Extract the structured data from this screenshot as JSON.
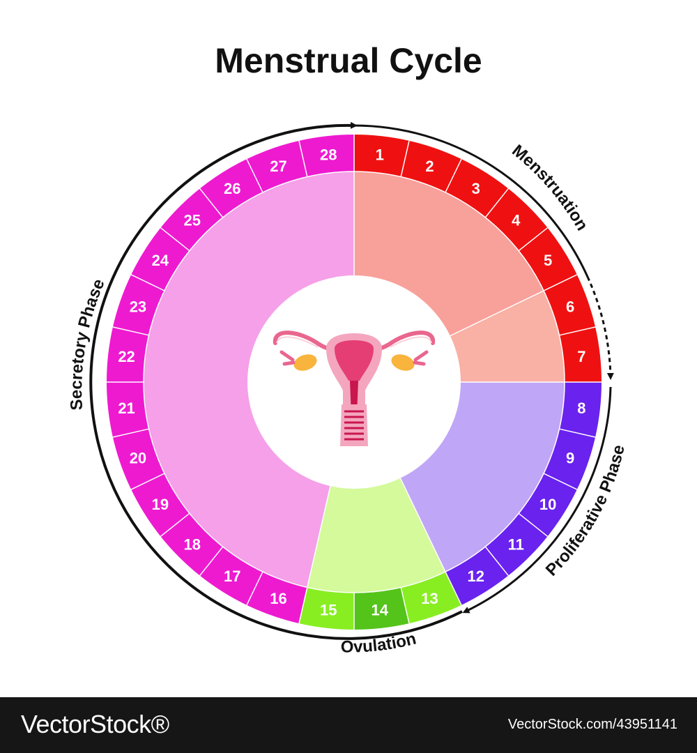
{
  "title": "Menstrual Cycle",
  "colors": {
    "menstruation_ring": "#ef1111",
    "menstruation_inner_a": "#f8a09a",
    "menstruation_inner_b": "#f9b0a5",
    "proliferative_ring": "#6a22ee",
    "proliferative_inner": "#c0a6f6",
    "ovulation_ring_light": "#88ee22",
    "ovulation_ring_dark": "#54c41a",
    "ovulation_inner": "#d4fa9c",
    "secretory_ring": "#ee1ad0",
    "secretory_inner": "#f5a0e8",
    "separator": "#ffffff",
    "arrow": "#111111"
  },
  "days": [
    "1",
    "2",
    "3",
    "4",
    "5",
    "6",
    "7",
    "8",
    "9",
    "10",
    "11",
    "12",
    "13",
    "14",
    "15",
    "16",
    "17",
    "18",
    "19",
    "20",
    "21",
    "22",
    "23",
    "24",
    "25",
    "26",
    "27",
    "28"
  ],
  "phases": {
    "menstruation": "Menstruation",
    "proliferative": "Proliferative Phase",
    "ovulation": "Ovulation",
    "secretory": "Secretory Phase"
  },
  "center_icon": "uterus-icon",
  "watermark": {
    "brand": "VectorStock®",
    "id": "VectorStock.com/43951141"
  }
}
